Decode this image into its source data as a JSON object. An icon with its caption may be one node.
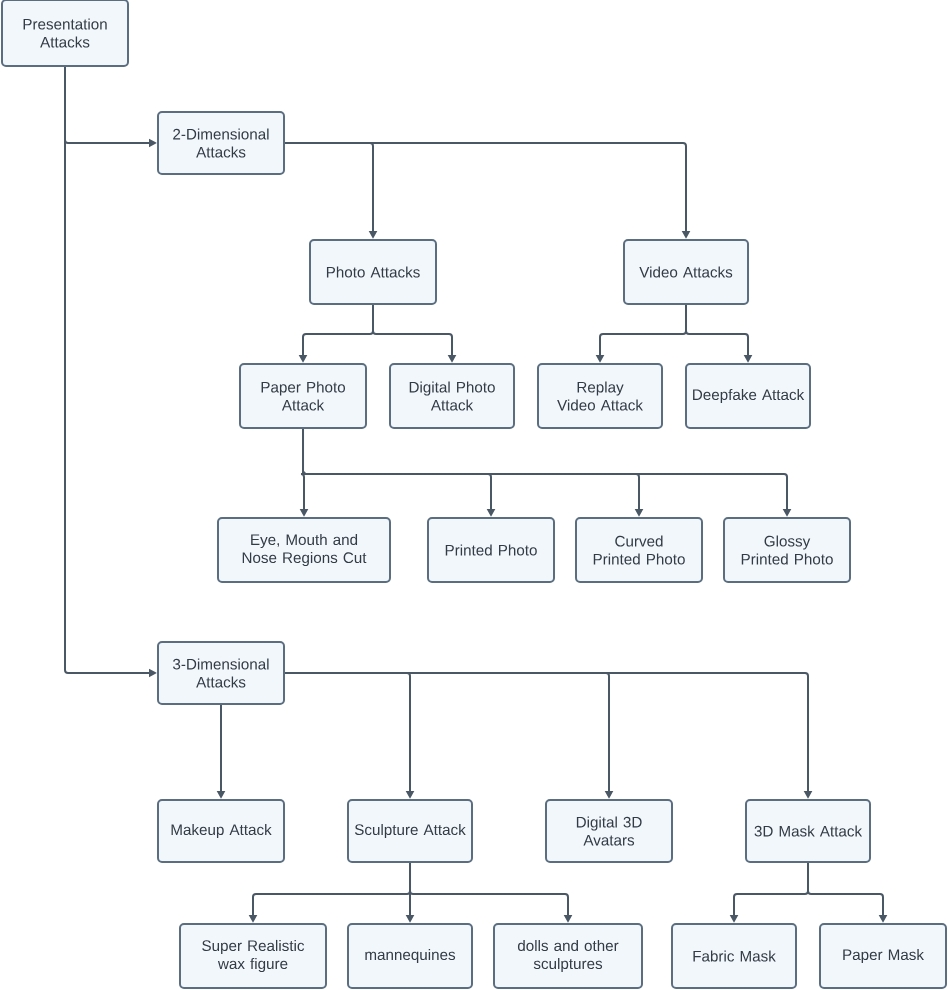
{
  "diagram": {
    "nodes": [
      {
        "text": [
          "Presentation Attacks"
        ]
      },
      {
        "text": [
          "2-Dimensional Attacks"
        ]
      },
      {
        "text": [
          "Photo Attacks"
        ]
      },
      {
        "text": [
          "Video Attacks"
        ]
      },
      {
        "text": [
          "Paper Photo Attack"
        ]
      },
      {
        "text": [
          "Digital Photo Attack"
        ]
      },
      {
        "text": [
          "Replay Video Attack"
        ]
      },
      {
        "text": [
          "Deepfake Attack"
        ]
      },
      {
        "text": [
          "Eye, Mouth and Nose Regions Cut"
        ]
      },
      {
        "text": [
          "Printed Photo"
        ]
      },
      {
        "text": [
          "Curved Printed Photo"
        ]
      },
      {
        "text": [
          "Glossy Printed Photo"
        ]
      },
      {
        "text": [
          "3-Dimensional Attacks"
        ]
      },
      {
        "text": [
          "Makeup Attack"
        ]
      },
      {
        "text": [
          "Sculpture Attack"
        ]
      },
      {
        "text": [
          "Digital 3D Avatars"
        ]
      },
      {
        "text": [
          "3D Mask Attack"
        ]
      },
      {
        "text": [
          "Super Realistic wax figure"
        ]
      },
      {
        "text": [
          "mannequines"
        ]
      },
      {
        "text": [
          "dolls and other sculptures"
        ]
      },
      {
        "text": [
          "Fabric Mask"
        ]
      },
      {
        "text": [
          "Paper Mask"
        ]
      }
    ],
    "edges": [
      {
        "from": 0,
        "to": 1,
        "arrow": "to"
      },
      {
        "from": 0,
        "to": 12,
        "arrow": "to"
      },
      {
        "from": 1,
        "to": 2,
        "arrow": "to"
      },
      {
        "from": 1,
        "to": 3,
        "arrow": "to"
      },
      {
        "from": 2,
        "to": 4,
        "arrow": "to"
      },
      {
        "from": 2,
        "to": 5,
        "arrow": "to"
      },
      {
        "from": 3,
        "to": 6,
        "arrow": "to"
      },
      {
        "from": 3,
        "to": 7,
        "arrow": "to"
      },
      {
        "from": 4,
        "to": 8,
        "arrow": "to"
      },
      {
        "from": 4,
        "to": 9,
        "arrow": "to"
      },
      {
        "from": 4,
        "to": 10,
        "arrow": "to"
      },
      {
        "from": 4,
        "to": 11,
        "arrow": "to"
      },
      {
        "from": 12,
        "to": 13,
        "arrow": "to"
      },
      {
        "from": 12,
        "to": 14,
        "arrow": "to"
      },
      {
        "from": 12,
        "to": 15,
        "arrow": "to"
      },
      {
        "from": 12,
        "to": 16,
        "arrow": "to"
      },
      {
        "from": 14,
        "to": 17,
        "arrow": "to"
      },
      {
        "from": 14,
        "to": 18,
        "arrow": "to"
      },
      {
        "from": 14,
        "to": 19,
        "arrow": "to"
      },
      {
        "from": 16,
        "to": 20,
        "arrow": "to"
      },
      {
        "from": 16,
        "to": 21,
        "arrow": "to"
      }
    ]
  }
}
